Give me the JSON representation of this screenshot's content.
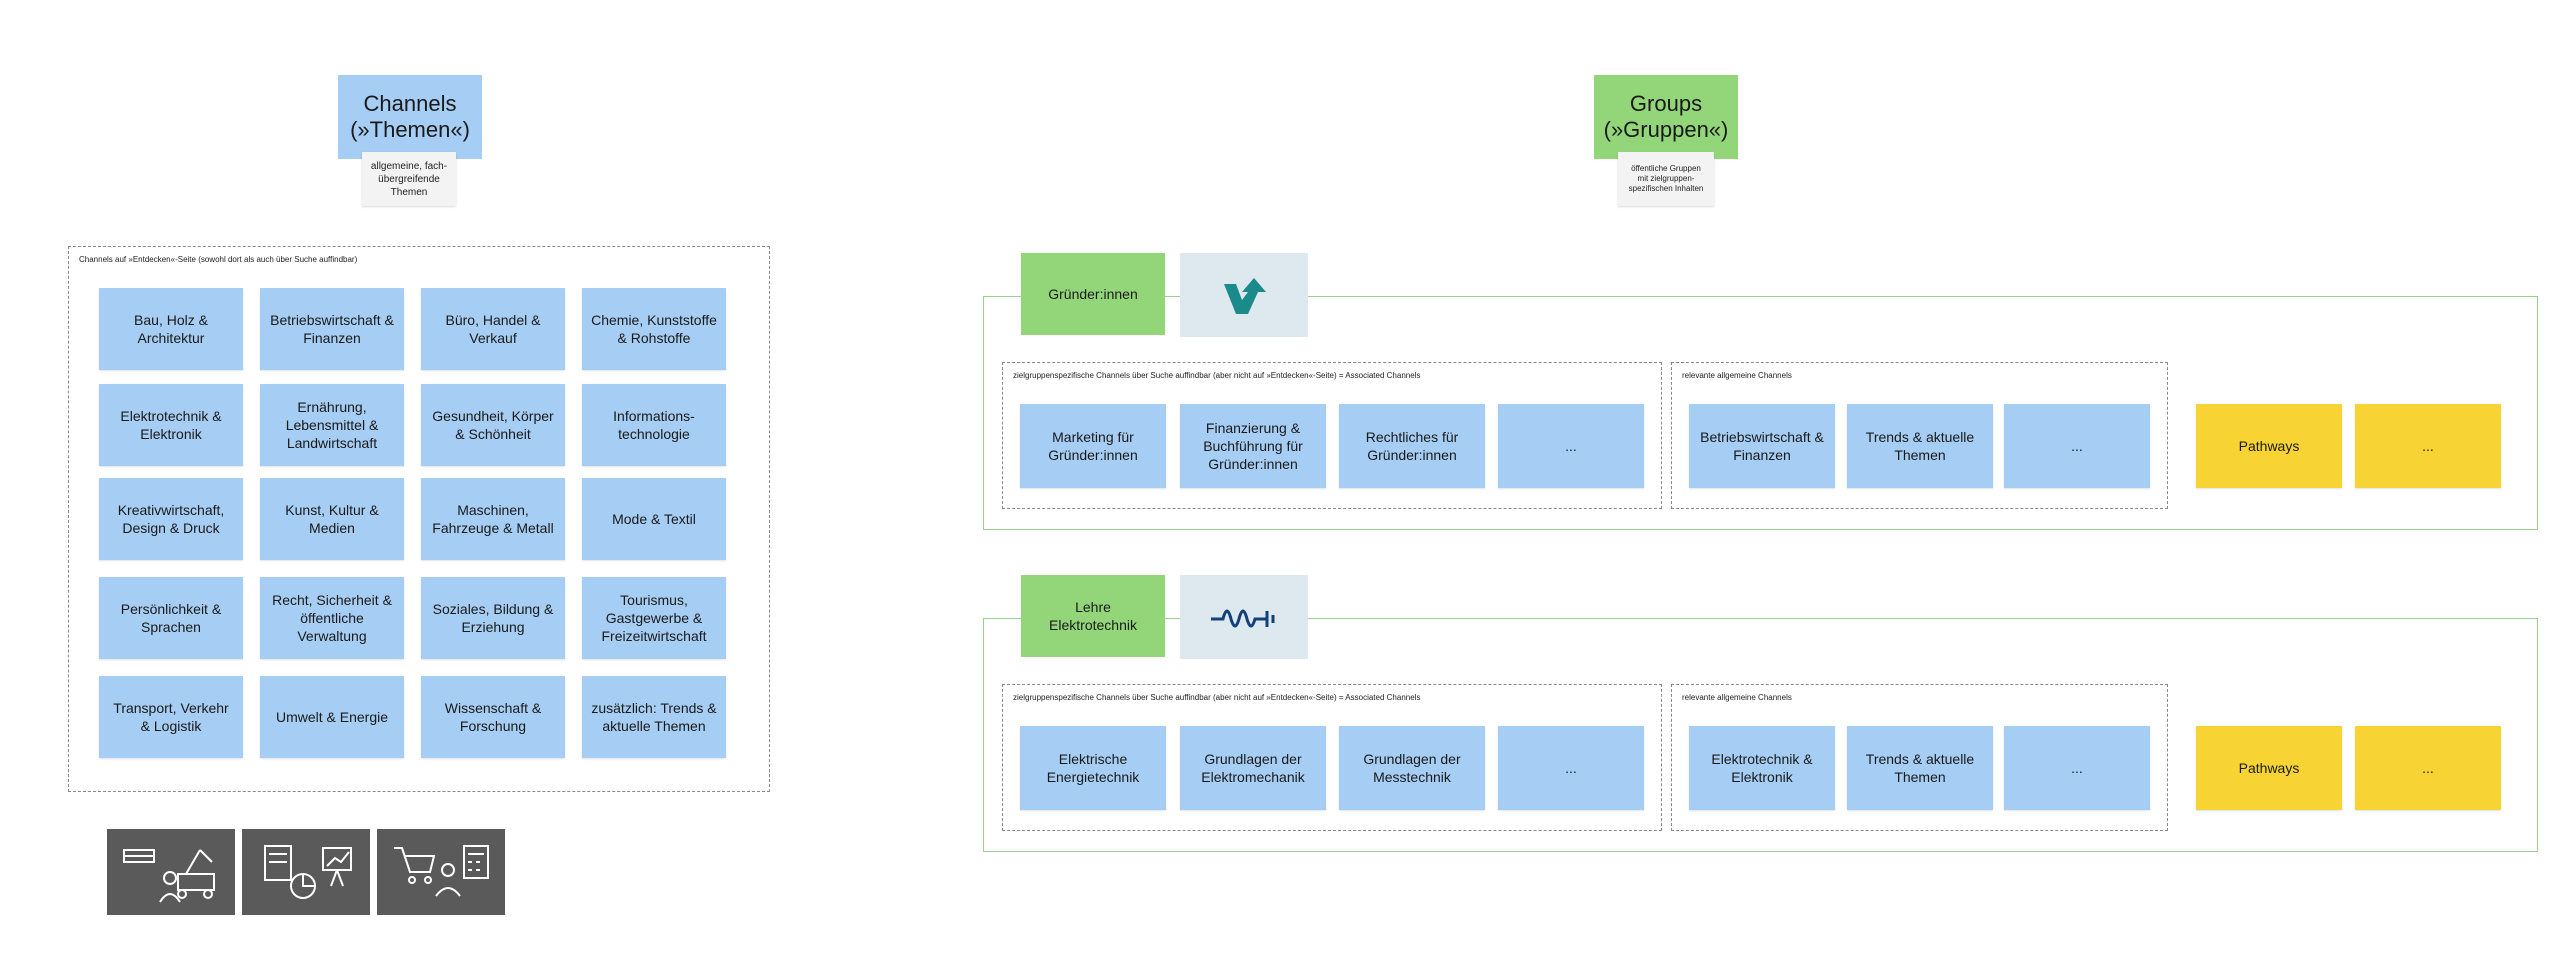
{
  "channels": {
    "title": "Channels\n(»Themen«)",
    "note": "allgemeine, fach-\nübergreifende\nThemen",
    "frame_label": "Channels auf »Entdecken«-Seite (sowohl dort als auch über Suche auffindbar)",
    "items": [
      "Bau, Holz &\nArchitektur",
      "Betriebswirtschaft &\nFinanzen",
      "Büro, Handel &\nVerkauf",
      "Chemie, Kunststoffe\n& Rohstoffe",
      "Elektrotechnik &\nElektronik",
      "Ernährung,\nLebensmittel &\nLandwirtschaft",
      "Gesundheit, Körper\n& Schönheit",
      "Informations-\ntechnologie",
      "Kreativwirtschaft,\nDesign & Druck",
      "Kunst, Kultur &\nMedien",
      "Maschinen,\nFahrzeuge & Metall",
      "Mode & Textil",
      "Persönlichkeit &\nSprachen",
      "Recht, Sicherheit &\nöffentliche\nVerwaltung",
      "Soziales, Bildung &\nErziehung",
      "Tourismus,\nGastgewerbe &\nFreizeitwirtschaft",
      "Transport, Verkehr\n& Logistik",
      "Umwelt & Energie",
      "Wissenschaft &\nForschung",
      "zusätzlich: Trends &\naktuelle Themen"
    ],
    "icon_cards": [
      "construction-icons",
      "business-finance-icons",
      "retail-office-icons"
    ]
  },
  "groups": {
    "title": "Groups\n(»Gruppen«)",
    "note": "öffentliche Gruppen\nmit zielgruppen-\nspezifischen Inhalten",
    "list": [
      {
        "name": "Gründer:innen",
        "icon": "upward-arrow-logo-icon",
        "assoc_label": "zielgruppenspezifische Channels über Suche auffindbar (aber nicht auf »Entdecken«-Seite) = Associated Channels",
        "assoc_items": [
          "Marketing für\nGründer:innen",
          "Finanzierung &\nBuchführung für\nGründer:innen",
          "Rechtliches für\nGründer:innen",
          "..."
        ],
        "general_label": "relevante allgemeine Channels",
        "general_items": [
          "Betriebswirtschaft &\nFinanzen",
          "Trends & aktuelle\nThemen",
          "..."
        ],
        "extra_items": [
          "Pathways",
          "..."
        ]
      },
      {
        "name": "Lehre\nElektrotechnik",
        "icon": "sine-wave-logo-icon",
        "assoc_label": "zielgruppenspezifische Channels über Suche auffindbar (aber nicht auf »Entdecken«-Seite) = Associated Channels",
        "assoc_items": [
          "Elektrische\nEnergietechnik",
          "Grundlagen der\nElektromechanik",
          "Grundlagen der\nMesstechnik",
          "..."
        ],
        "general_label": "relevante allgemeine Channels",
        "general_items": [
          "Elektrotechnik &\nElektronik",
          "Trends & aktuelle\nThemen",
          "..."
        ],
        "extra_items": [
          "Pathways",
          "..."
        ]
      }
    ]
  },
  "colors": {
    "blue_sticky": "#a6cdf3",
    "green_sticky": "#93d67a",
    "yellow_sticky": "#f7d333",
    "group_frame": "#9ad08a"
  }
}
